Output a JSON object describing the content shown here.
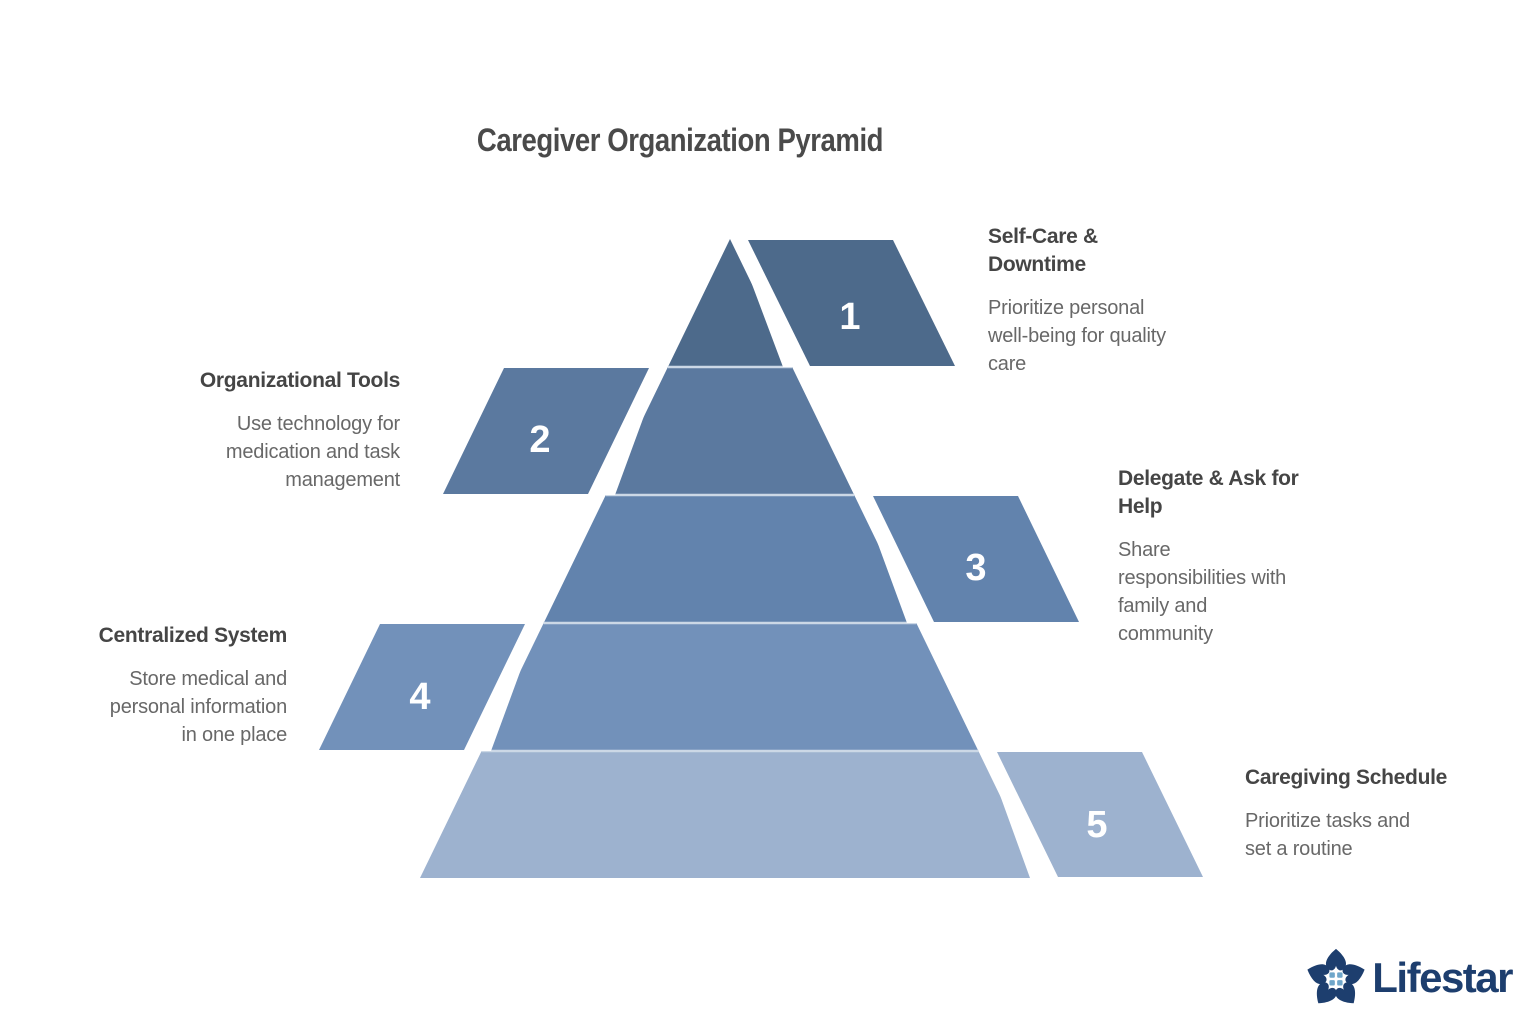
{
  "title": "Caregiver Organization Pyramid",
  "levels": [
    {
      "number": "1",
      "side": "right",
      "heading": "Self-Care &\nDowntime",
      "description": "Prioritize personal\nwell-being for quality\ncare",
      "color": "#4d6a8b"
    },
    {
      "number": "2",
      "side": "left",
      "heading": "Organizational Tools",
      "description": "Use technology for\nmedication and task\nmanagement",
      "color": "#5b799f"
    },
    {
      "number": "3",
      "side": "right",
      "heading": "Delegate & Ask for\nHelp",
      "description": "Share\nresponsibilities with\nfamily and\ncommunity",
      "color": "#6283ad"
    },
    {
      "number": "4",
      "side": "left",
      "heading": "Centralized System",
      "description": "Store medical and\npersonal information\nin one place",
      "color": "#7291ba"
    },
    {
      "number": "5",
      "side": "right",
      "heading": "Caregiving Schedule",
      "description": "Prioritize tasks and\nset a routine",
      "color": "#9db2cf"
    }
  ],
  "logo": {
    "text": "Lifestar",
    "icon": "lifestar-flower-house-icon"
  },
  "colors": {
    "background": "#ffffff",
    "title": "#4a4a4a",
    "heading": "#454545",
    "description": "#686868",
    "separator": "#ccd8e6",
    "number_text": "#ffffff",
    "brand": "#1d3e6e",
    "logo_window": "#6fa6ca"
  }
}
